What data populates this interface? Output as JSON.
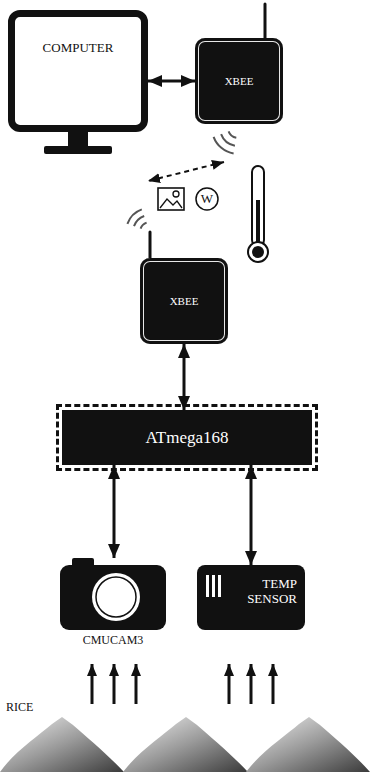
{
  "diagram": {
    "nodes": [
      {
        "text": [
          "COMPUTER"
        ]
      },
      {
        "text": [
          "XBEE"
        ]
      },
      {
        "text": [
          "W"
        ]
      },
      {
        "text": [
          "XBEE"
        ]
      },
      {
        "text": [
          "ATmega168"
        ]
      },
      {
        "text": [
          "CMUCAM3"
        ]
      },
      {
        "text": [
          "TEMP SENSOR"
        ]
      }
    ],
    "edges": [
      {
        "from": 0,
        "to": 1,
        "arrow": "both"
      },
      {
        "from": 3,
        "to": 4,
        "arrow": "both"
      },
      {
        "from": 4,
        "to": 5,
        "arrow": "both"
      },
      {
        "from": 4,
        "to": 6,
        "arrow": "both"
      }
    ],
    "labels": [
      "RICE"
    ]
  }
}
